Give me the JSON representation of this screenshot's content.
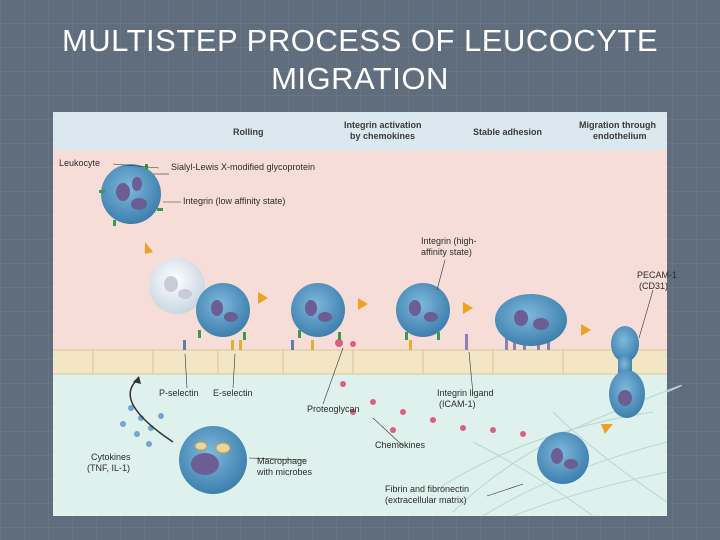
{
  "slide": {
    "title_line1": "MULTISTEP PROCESS OF LEUCOCYTE",
    "title_line2": "MIGRATION"
  },
  "figure": {
    "headers": {
      "rolling": "Rolling",
      "integrin_activation_1": "Integrin activation",
      "integrin_activation_2": "by chemokines",
      "stable_adhesion": "Stable adhesion",
      "migration_1": "Migration through",
      "migration_2": "endothelium"
    },
    "labels": {
      "leukocyte": "Leukocyte",
      "sialyl": "Sialyl-Lewis X-modified glycoprotein",
      "integrin_low": "Integrin (low affinity state)",
      "integrin_high_1": "Integrin (high-",
      "integrin_high_2": "affinity state)",
      "pecam_1": "PECAM-1",
      "pecam_2": "(CD31)",
      "p_selectin": "P-selectin",
      "e_selectin": "E-selectin",
      "proteoglycan": "Proteoglycan",
      "integrin_ligand_1": "Integrin ligand",
      "integrin_ligand_2": "(ICAM-1)",
      "chemokines": "Chemokines",
      "cytokines_1": "Cytokines",
      "cytokines_2": "(TNF, IL-1)",
      "macrophage_1": "Macrophage",
      "macrophage_2": "with microbes",
      "fibrin_1": "Fibrin and fibronectin",
      "fibrin_2": "(extracellular matrix)"
    },
    "colors": {
      "header_band": "#dce8ef",
      "vessel_lumen": "#f6ddd8",
      "endothelium": "#f3e6c4",
      "tissue": "#dff1ec",
      "cell_body": "#4f95c0",
      "nucleus": "#6c5d93"
    }
  }
}
